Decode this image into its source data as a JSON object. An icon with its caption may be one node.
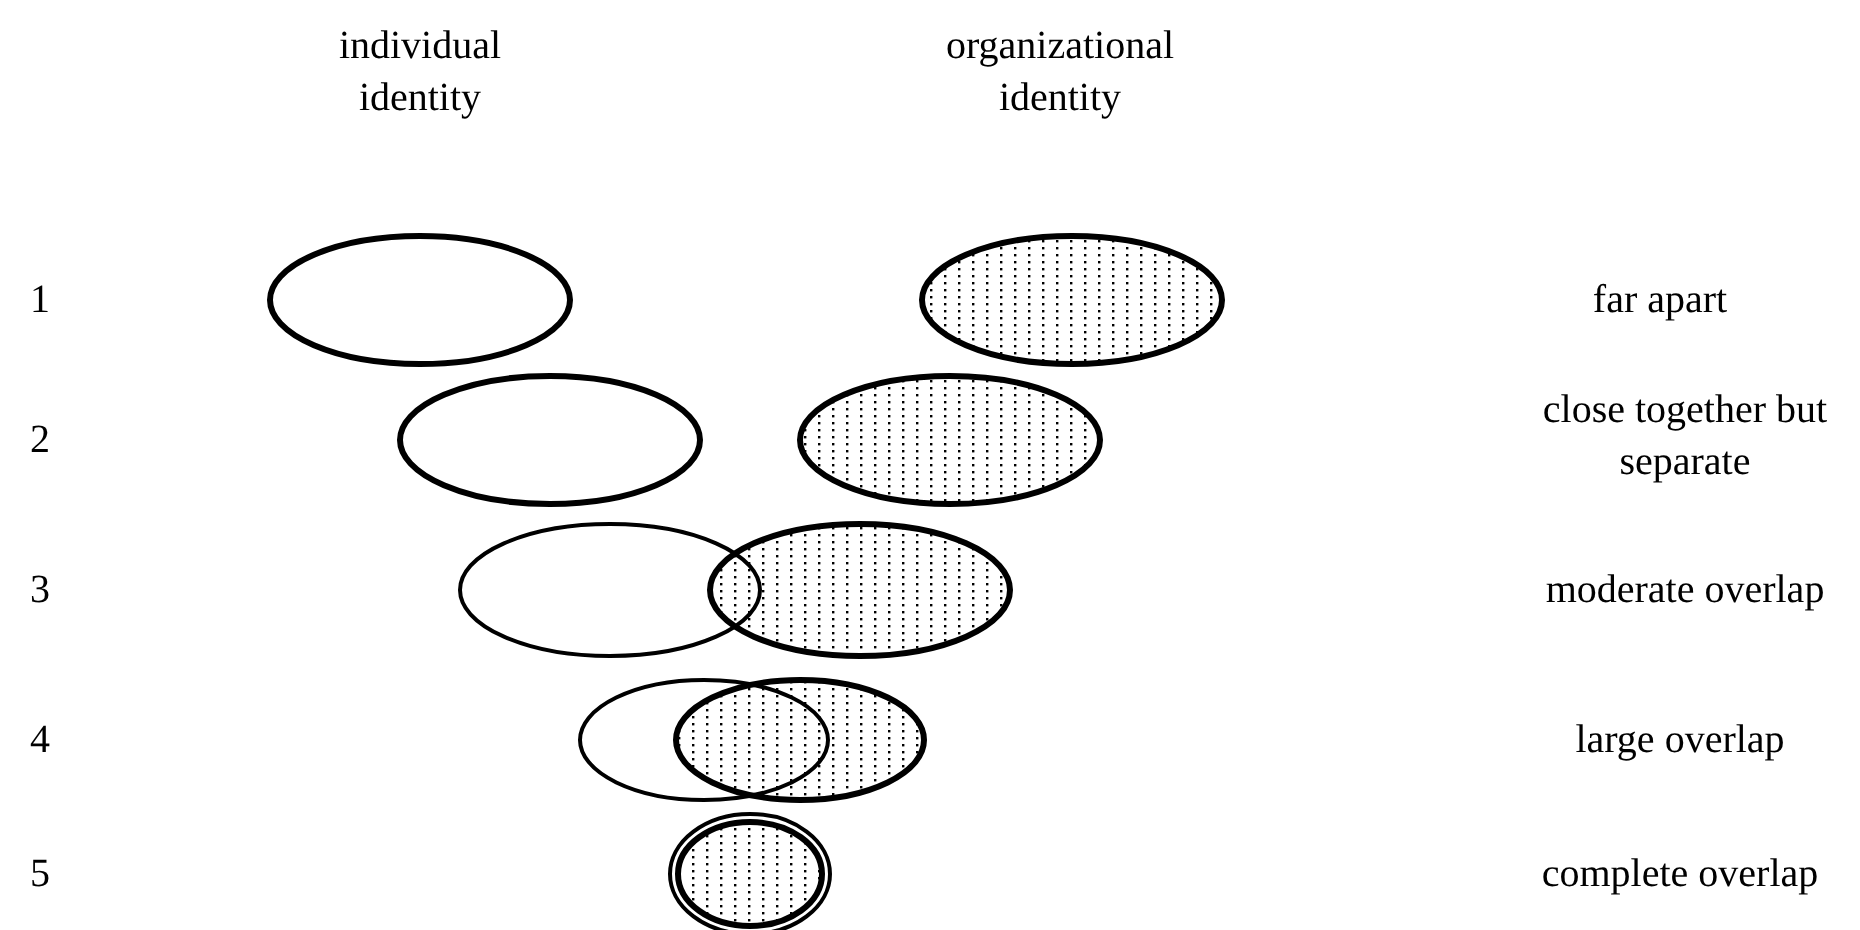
{
  "diagram": {
    "labels": [
      "individual identity",
      "organizational identity",
      "1",
      "far apart",
      "2",
      "close together but separate",
      "3",
      "moderate overlap",
      "4",
      "large overlap",
      "5",
      "complete overlap"
    ]
  }
}
